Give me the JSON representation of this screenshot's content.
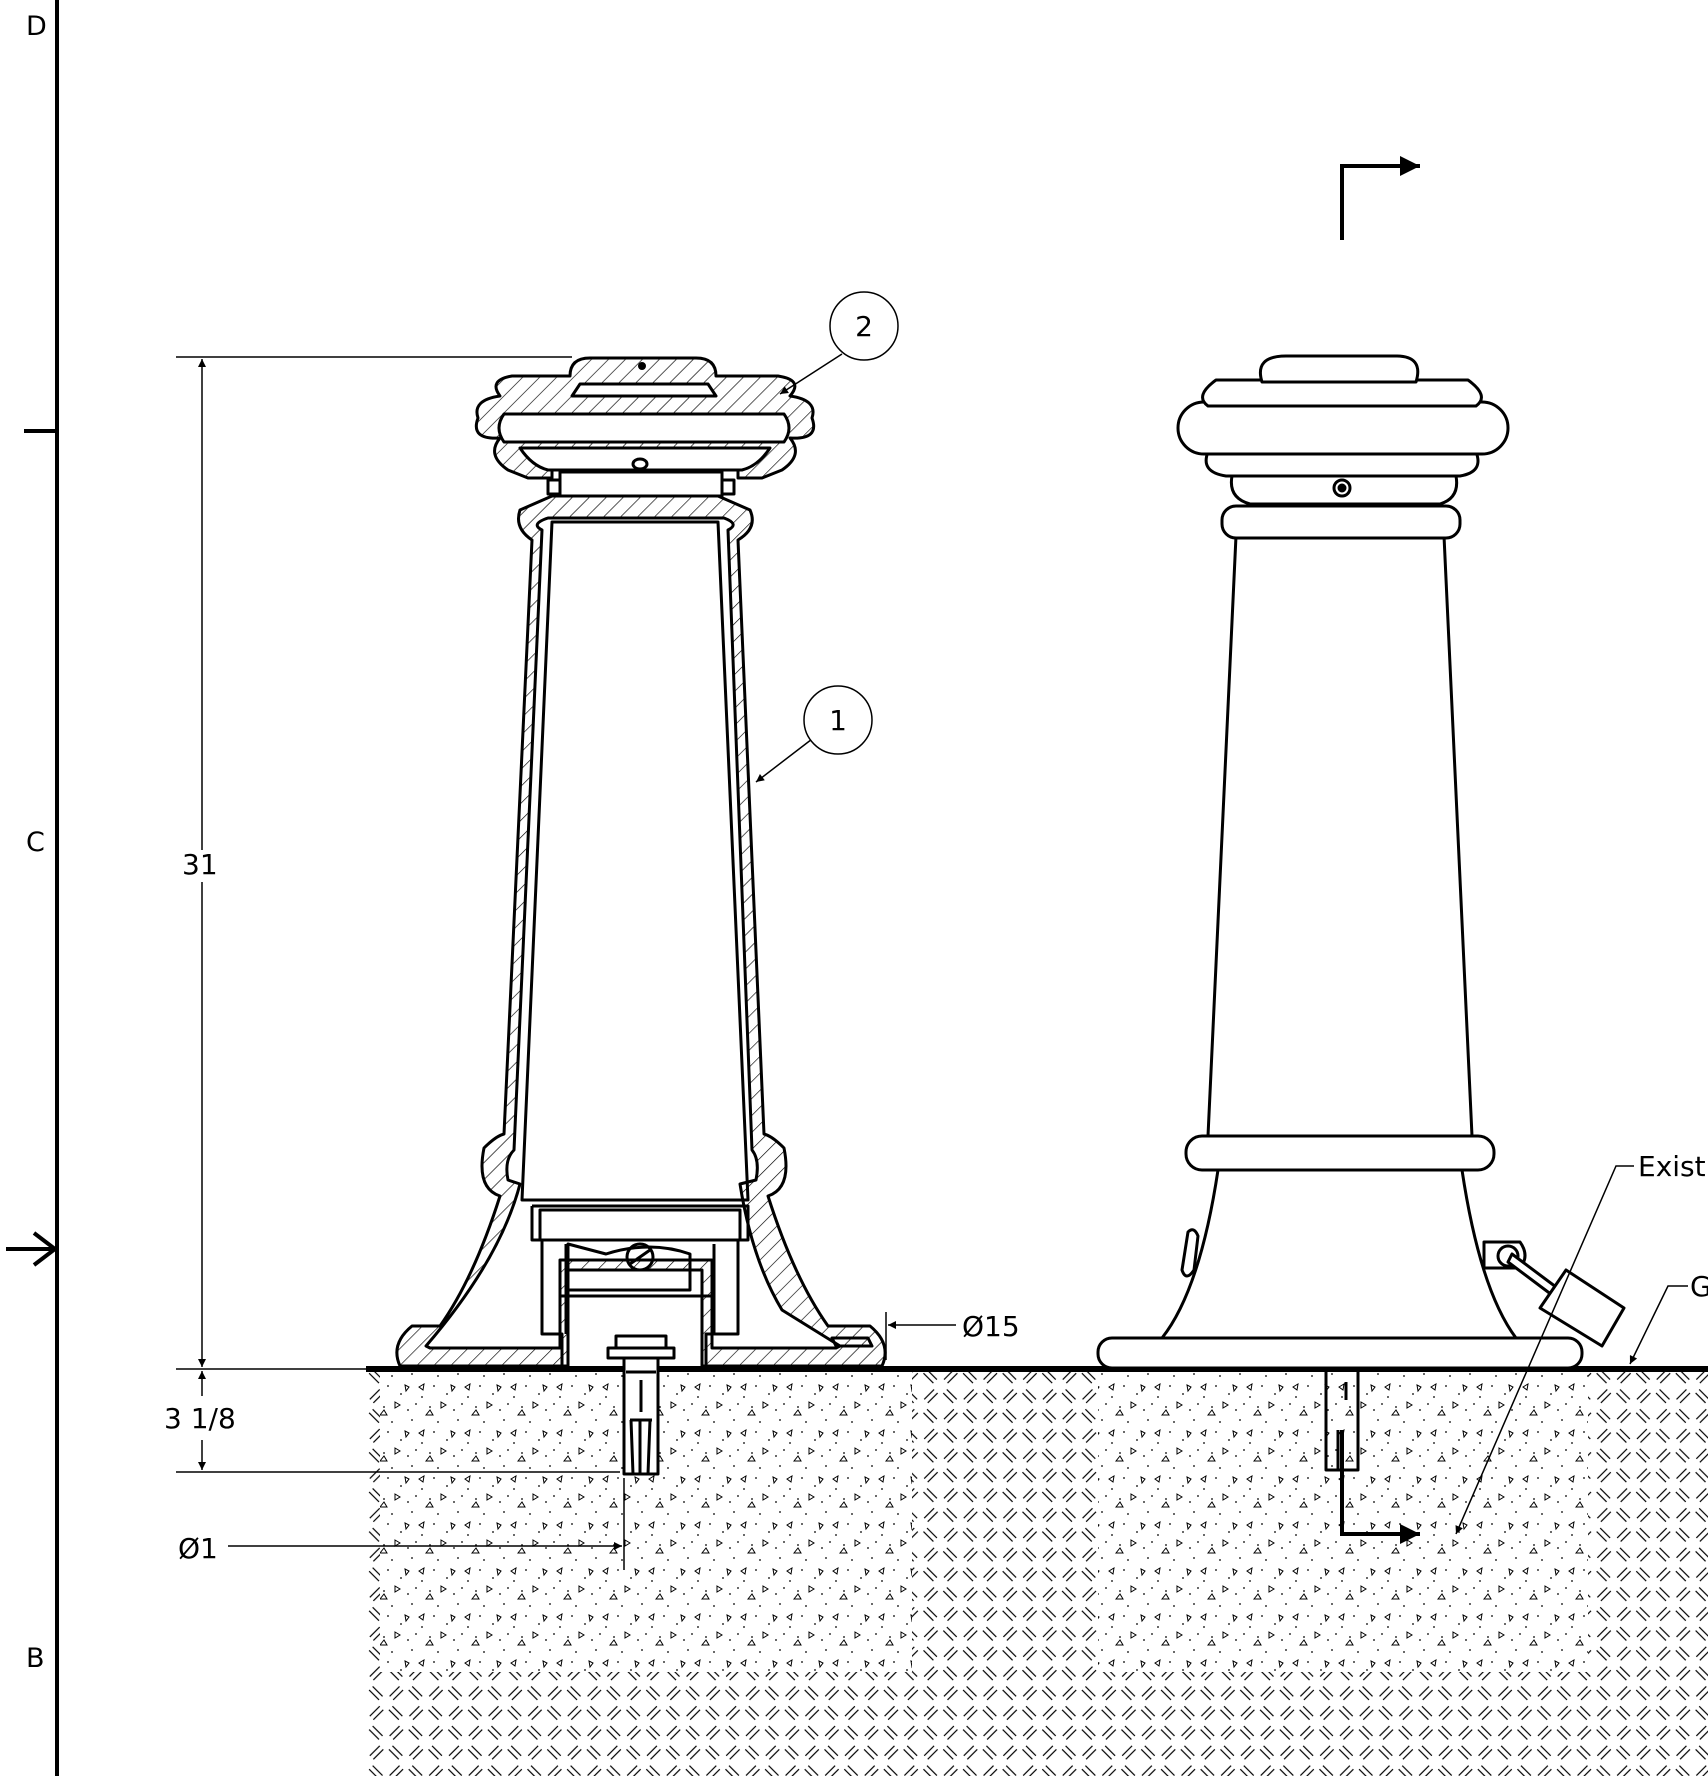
{
  "border": {
    "zone_labels": [
      "D",
      "C",
      "B"
    ]
  },
  "dimensions": {
    "overall_height": "31",
    "embed_depth": "3 1/8",
    "anchor_diameter": "Ø1",
    "base_diameter": "Ø15"
  },
  "balloons": [
    "1",
    "2"
  ],
  "notes": {
    "existing": "Existi",
    "grade": "G"
  },
  "colors": {
    "line": "#000000",
    "background": "#ffffff"
  }
}
